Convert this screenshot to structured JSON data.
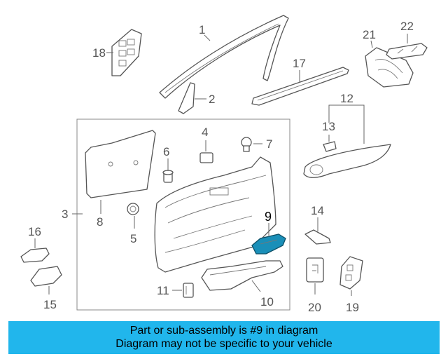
{
  "callouts": {
    "c1": "1",
    "c2": "2",
    "c3": "3",
    "c4": "4",
    "c5": "5",
    "c6": "6",
    "c7": "7",
    "c8": "8",
    "c9": "9",
    "c10": "10",
    "c11": "11",
    "c12": "12",
    "c13": "13",
    "c14": "14",
    "c15": "15",
    "c16": "16",
    "c17": "17",
    "c18": "18",
    "c19": "19",
    "c20": "20",
    "c21": "21",
    "c22": "22"
  },
  "highlight": {
    "color": "#1a8fb8"
  },
  "banner": {
    "line1": "Part or sub-assembly is #9 in diagram",
    "line2": "Diagram may not be specific to your vehicle",
    "color": "#21b6ec"
  }
}
